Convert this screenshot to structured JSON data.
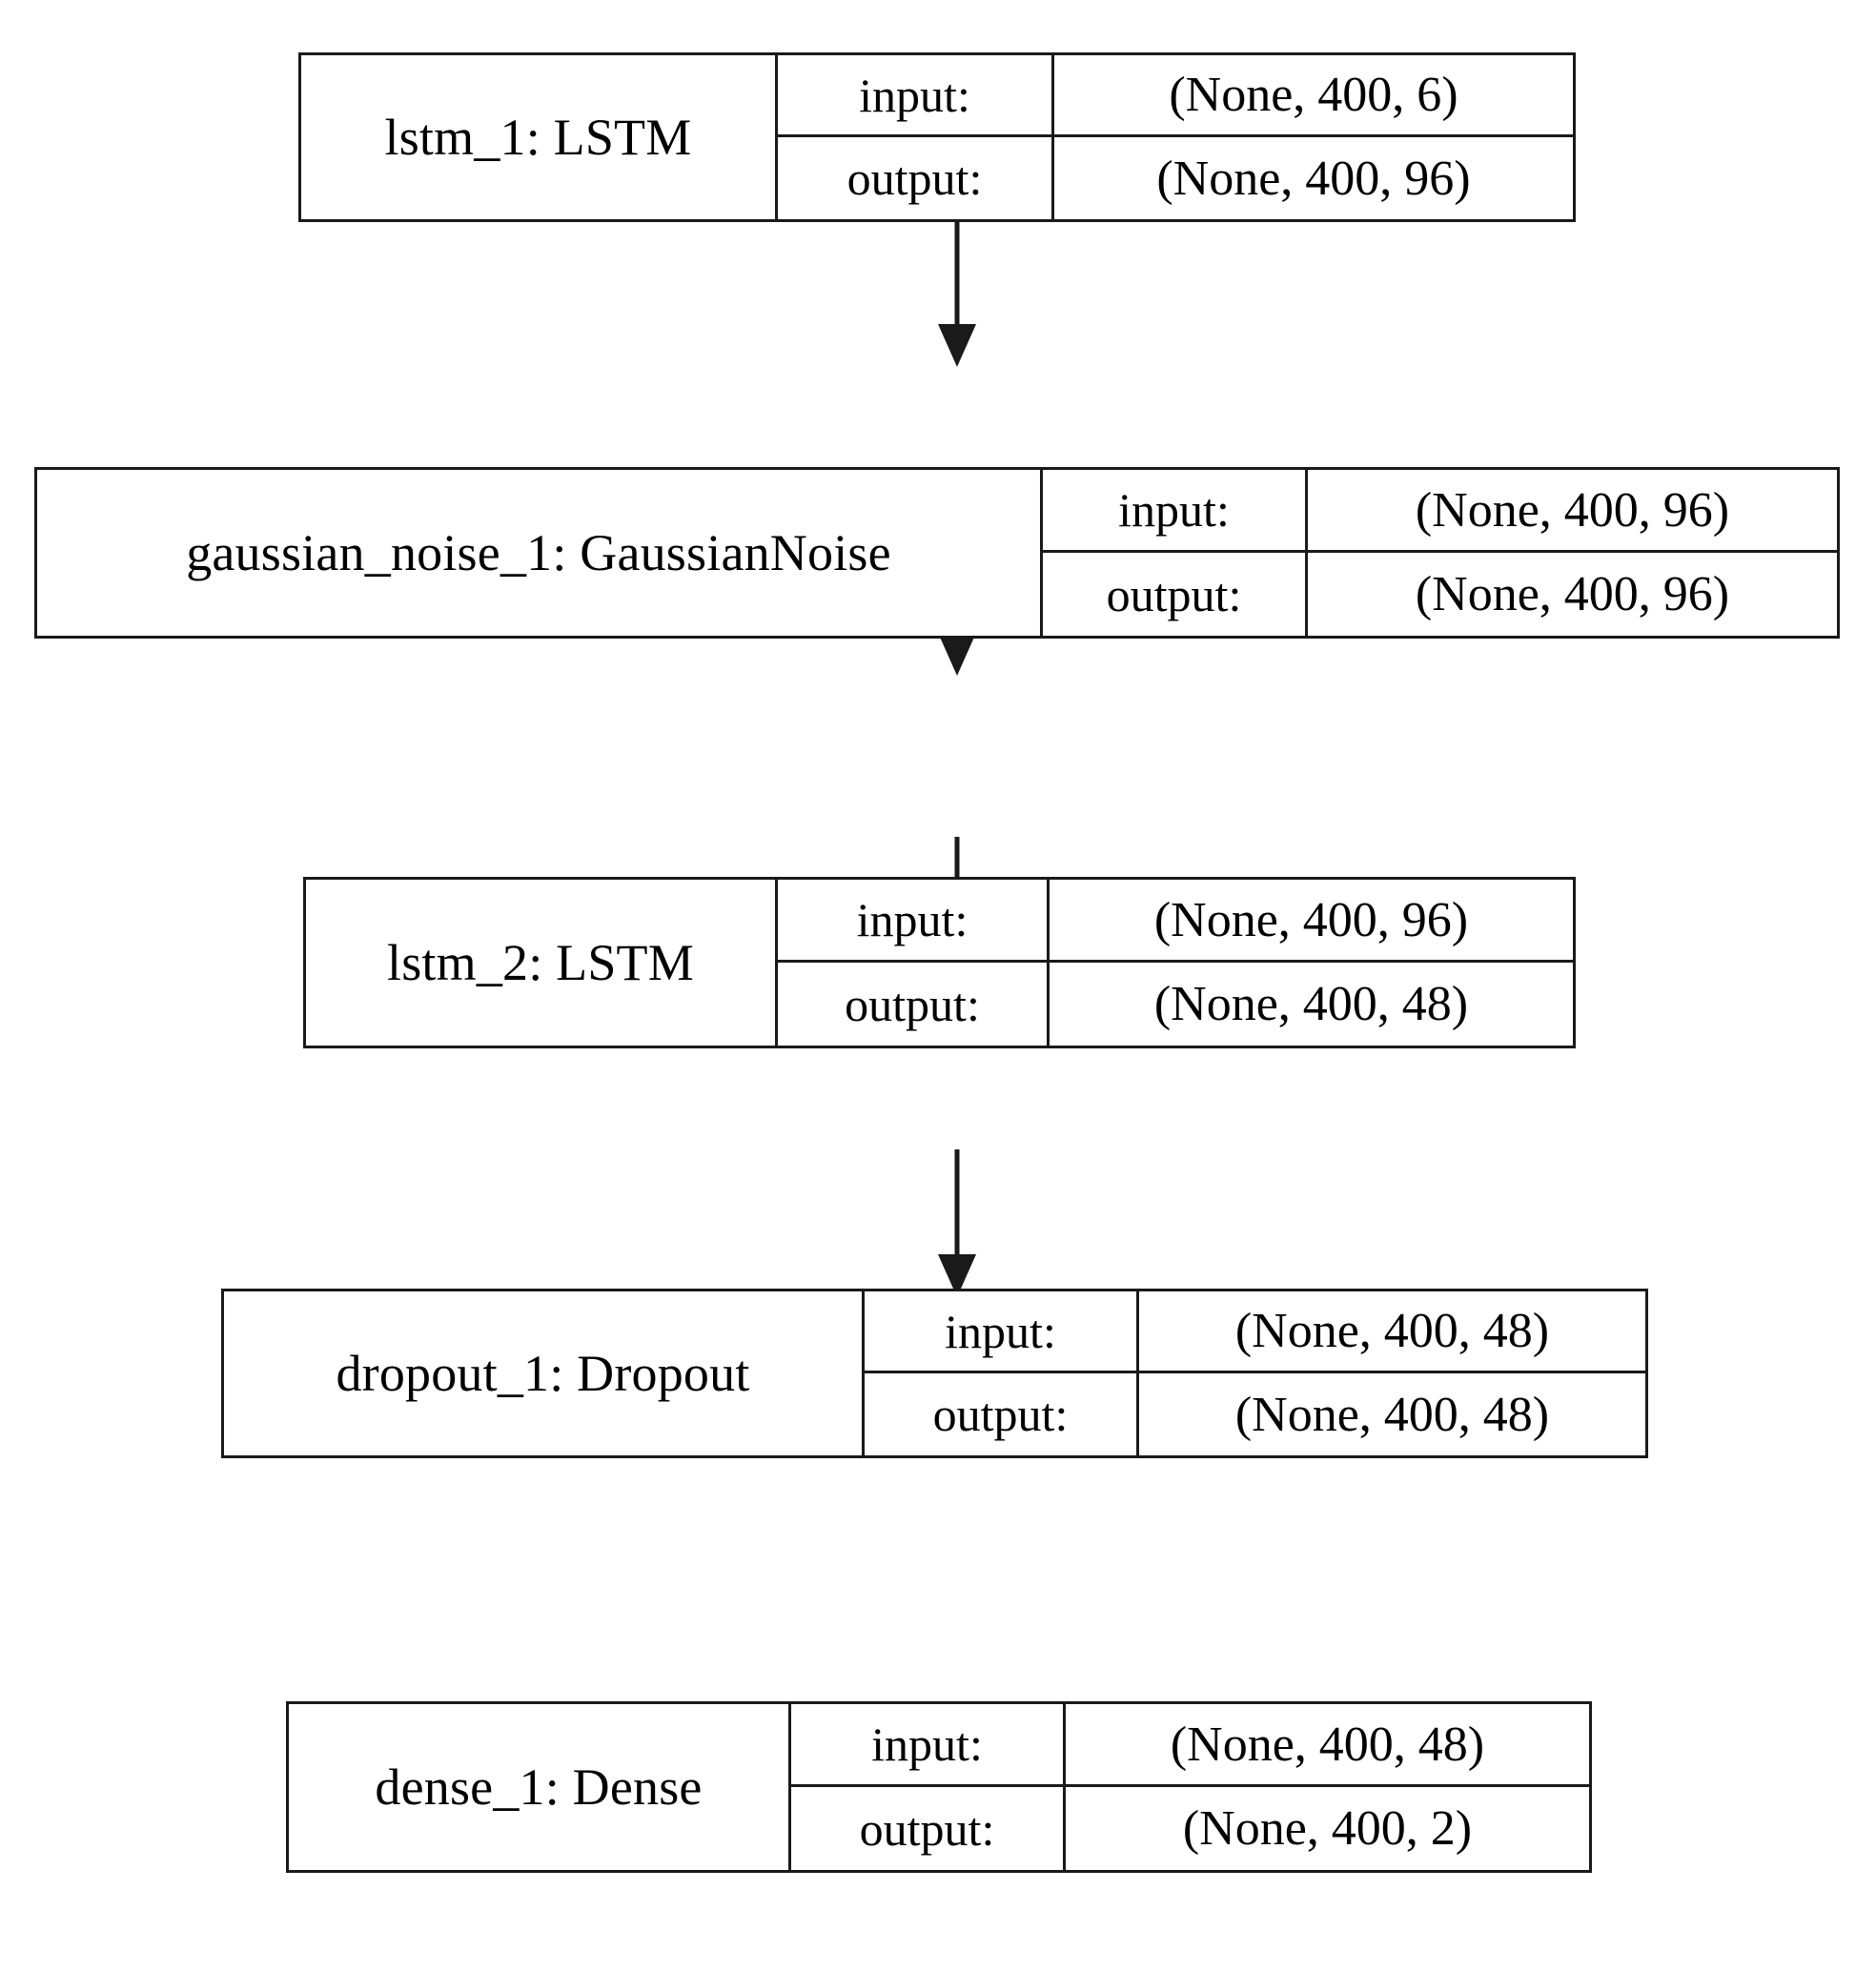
{
  "diagram": {
    "type": "keras-model-graph",
    "orientation": "top-to-bottom",
    "background_color": "#ffffff",
    "line_color": "#1a1a1a",
    "io_labels": {
      "input": "input:",
      "output": "output:"
    },
    "layers": [
      {
        "id": "lstm_1",
        "title": "lstm_1: LSTM",
        "input_label": "input:",
        "input_shape": "(None, 400, 6)",
        "output_label": "output:",
        "output_shape": "(None, 400, 96)"
      },
      {
        "id": "gaussian_noise_1",
        "title": "gaussian_noise_1: GaussianNoise",
        "input_label": "input:",
        "input_shape": "(None, 400, 96)",
        "output_label": "output:",
        "output_shape": "(None, 400, 96)"
      },
      {
        "id": "lstm_2",
        "title": "lstm_2: LSTM",
        "input_label": "input:",
        "input_shape": "(None, 400, 96)",
        "output_label": "output:",
        "output_shape": "(None, 400, 48)"
      },
      {
        "id": "dropout_1",
        "title": "dropout_1: Dropout",
        "input_label": "input:",
        "input_shape": "(None, 400, 48)",
        "output_label": "output:",
        "output_shape": "(None, 400, 48)"
      },
      {
        "id": "dense_1",
        "title": "dense_1: Dense",
        "input_label": "input:",
        "input_shape": "(None, 400, 48)",
        "output_label": "output:",
        "output_shape": "(None, 400, 2)"
      }
    ],
    "edges": [
      {
        "from": "lstm_1",
        "to": "gaussian_noise_1"
      },
      {
        "from": "gaussian_noise_1",
        "to": "lstm_2"
      },
      {
        "from": "lstm_2",
        "to": "dropout_1"
      },
      {
        "from": "dropout_1",
        "to": "dense_1"
      }
    ]
  }
}
